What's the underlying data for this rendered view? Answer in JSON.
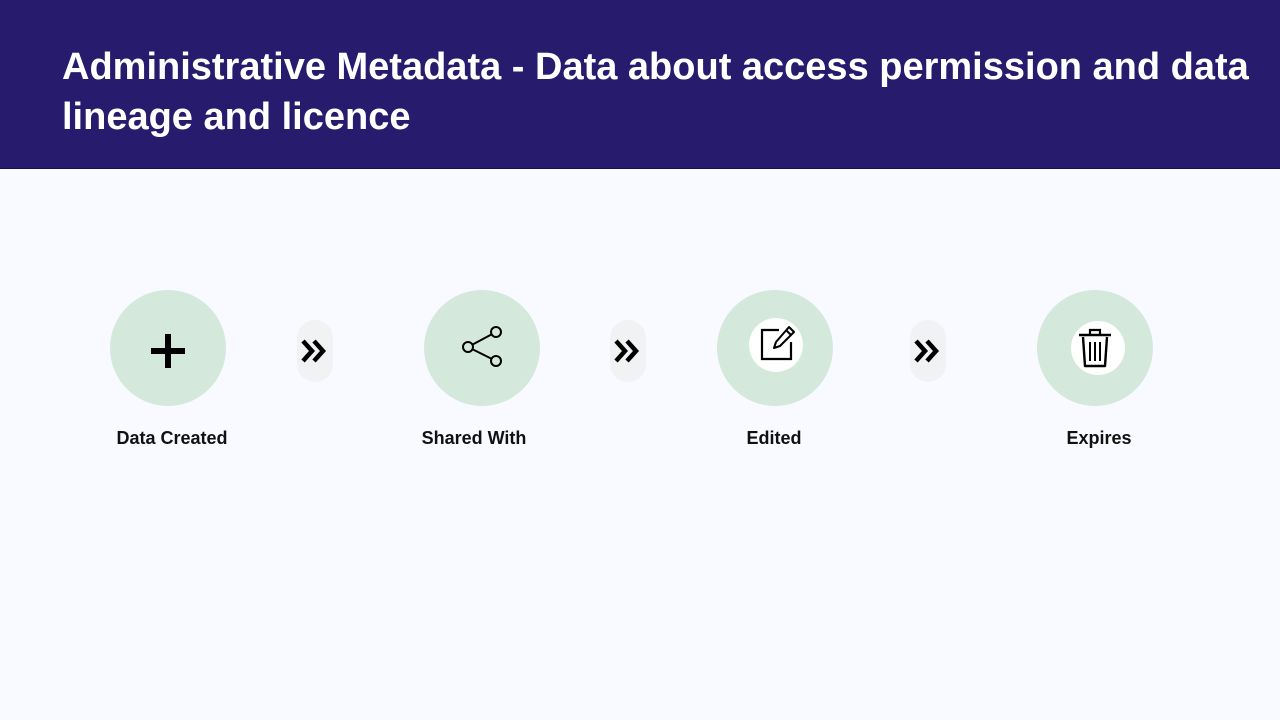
{
  "header": {
    "title": "Administrative Metadata - Data about access permission and data lineage and licence",
    "background_color": "#271b6e"
  },
  "steps": [
    {
      "label": "Data Created",
      "icon": "plus-icon"
    },
    {
      "label": "Shared With",
      "icon": "share-icon"
    },
    {
      "label": "Edited",
      "icon": "edit-icon"
    },
    {
      "label": "Expires",
      "icon": "trash-icon"
    }
  ],
  "connectors": [
    "double-chevron-right-icon",
    "double-chevron-right-icon",
    "double-chevron-right-icon"
  ],
  "colors": {
    "circle": "#d5e8dc",
    "background": "#f8faff"
  }
}
